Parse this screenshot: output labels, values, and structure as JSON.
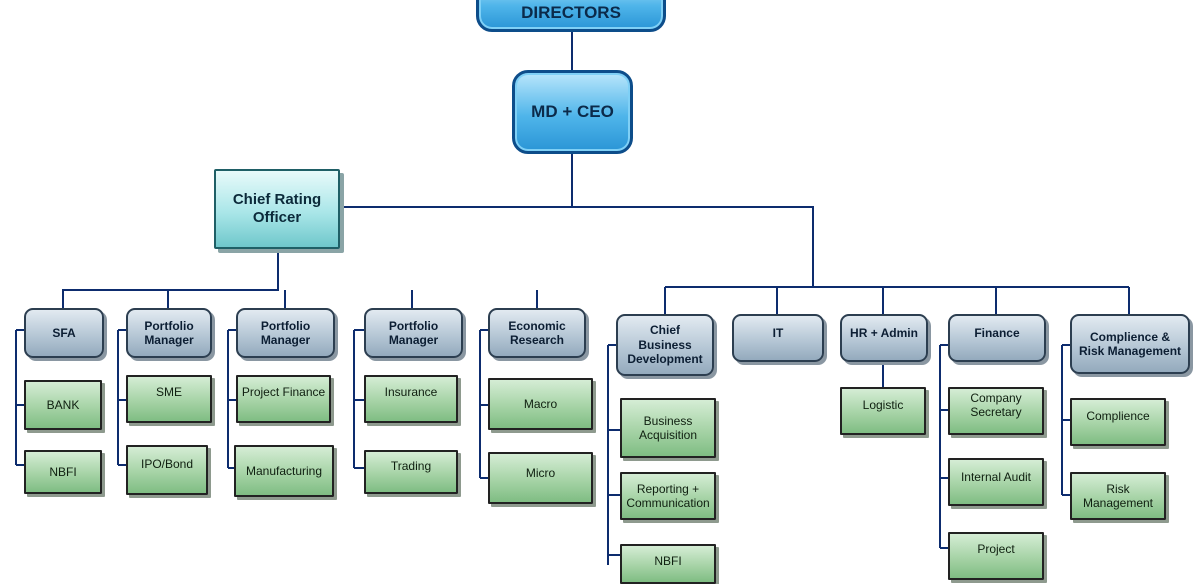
{
  "chart": {
    "directors": "DIRECTORS",
    "md_ceo": "MD + CEO",
    "cro": "Chief Rating\nOfficer",
    "rating_units": [
      {
        "label": "SFA",
        "children": [
          "BANK",
          "NBFI"
        ]
      },
      {
        "label": "Portfolio\nManager",
        "children": [
          "SME",
          "IPO/Bond"
        ]
      },
      {
        "label": "Portfolio\nManager",
        "children": [
          "Project Finance",
          "Manufacturing"
        ]
      },
      {
        "label": "Portfolio\nManager",
        "children": [
          "Insurance",
          "Trading"
        ]
      },
      {
        "label": "Economic\nResearch",
        "children": [
          "Macro",
          "Micro"
        ]
      }
    ],
    "ceo_units": [
      {
        "label": "Chief\nBusiness\nDevelopment",
        "children": [
          "Business\nAcquisition",
          "Reporting +\nCommunication",
          "NBFI"
        ]
      },
      {
        "label": "IT",
        "children": []
      },
      {
        "label": "HR + Admin",
        "children": [
          "Logistic"
        ]
      },
      {
        "label": "Finance",
        "children": [
          "Company\nSecretary",
          "Internal Audit",
          "Project"
        ]
      },
      {
        "label": "Complience &\nRisk Management",
        "children": [
          "Complience",
          "Risk\nManagement"
        ]
      }
    ]
  },
  "colors": {
    "line": "#0d2c6e",
    "top_fill": "#4fb5ea",
    "cro_fill": "#a9e6e8",
    "head_fill": "#b2c4d3",
    "leaf_fill": "#a6d3a6"
  }
}
